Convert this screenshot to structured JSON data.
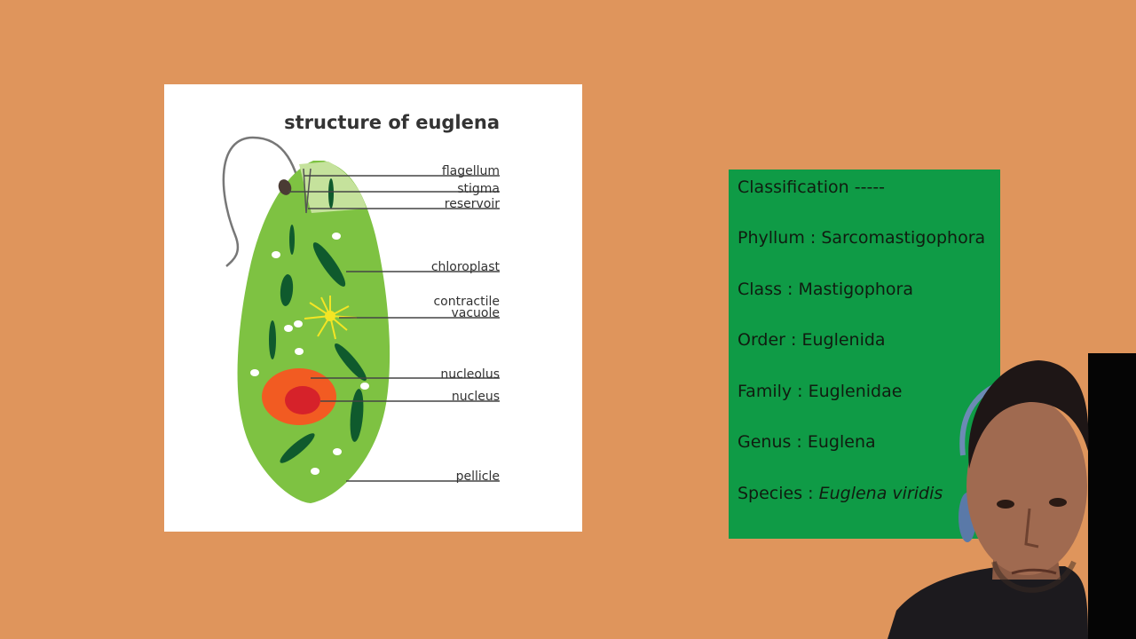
{
  "diagram": {
    "title": "structure of euglena",
    "labels": {
      "flagellum": "flagellum",
      "stigma": "stigma",
      "reservoir": "reservoir",
      "chloroplast": "chloroplast",
      "contractile_1": "contractile",
      "contractile_2": "vacuole",
      "nucleolus": "nucleolus",
      "nucleus": "nucleus",
      "pellicle": "pellicle"
    }
  },
  "classification": {
    "heading": "Classification -----",
    "phylum": "Phyllum : Sarcomastigophora",
    "class": "Class : Mastigophora",
    "order": "Order : Euglenida",
    "family": "Family : Euglenidae",
    "genus": "Genus : Euglena",
    "species_label": "Species : ",
    "species_value": "Euglena viridis"
  },
  "colors": {
    "background": "#df955c",
    "panel_green": "#0f9b46",
    "cell_green": "#7ec242",
    "chloroplast": "#0f5a2d",
    "nucleus": "#f25b22",
    "nucleolus": "#d6222a"
  }
}
